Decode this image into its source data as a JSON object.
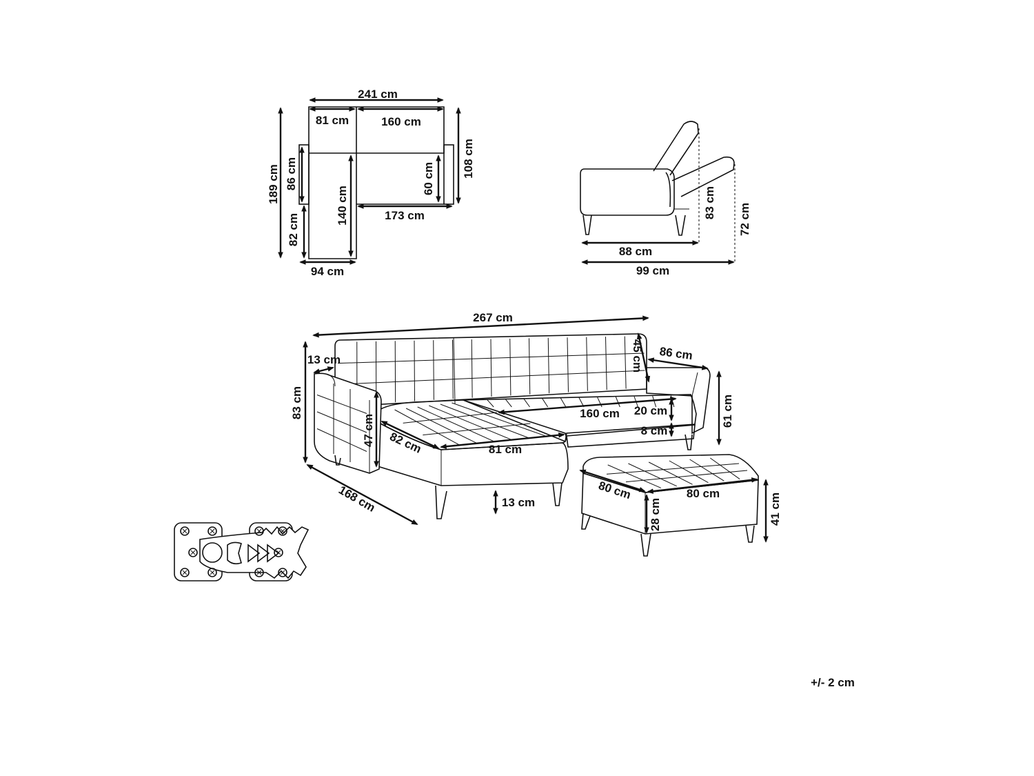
{
  "plan": {
    "total_width": "241 cm",
    "chaise_width": "81 cm",
    "sofa_width": "160 cm",
    "total_depth": "189 cm",
    "sofa_depth": "108 cm",
    "armrest_depth": "86 cm",
    "seat_depth": "60 cm",
    "chaise_length": "140 cm",
    "front_length": "173 cm",
    "chaise_extension": "82 cm",
    "bottom_width": "94 cm"
  },
  "side": {
    "back_height_upright": "83 cm",
    "back_height_reclined": "72 cm",
    "depth_upright": "88 cm",
    "depth_reclined": "99 cm"
  },
  "sofa": {
    "total_length": "267 cm",
    "armrest_width": "13 cm",
    "total_height": "83 cm",
    "armrest_height": "47 cm",
    "chaise_depth": "82 cm",
    "chaise_width": "81 cm",
    "seat_length": "160 cm",
    "seat_cushion": "20 cm",
    "seat_depth": "86 cm",
    "backrest": "45 cm",
    "seat_height": "61 cm",
    "under_seat": "8 cm",
    "leg_height": "13 cm",
    "side_length": "168 cm"
  },
  "ottoman": {
    "depth": "80 cm",
    "width": "80 cm",
    "leg_height": "28 cm",
    "height": "41 cm"
  },
  "tolerance": "+/- 2 cm",
  "icons": [
    "corner-connector-icon"
  ]
}
